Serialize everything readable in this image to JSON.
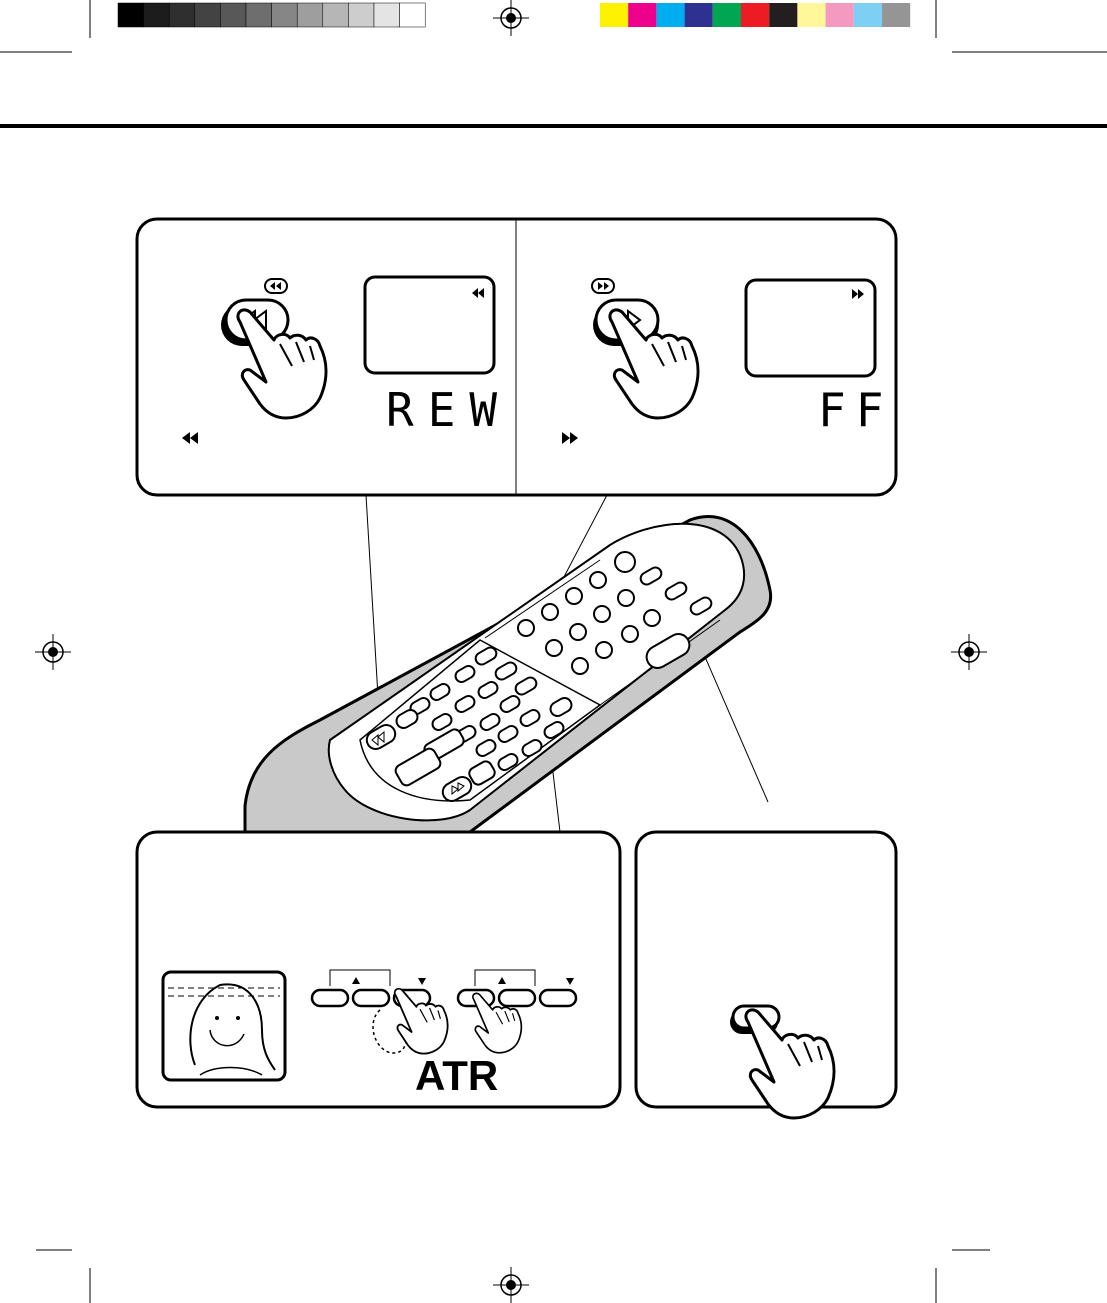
{
  "color_bar": {
    "grays": [
      "#000000",
      "#1c1c1c",
      "#2f2f2f",
      "#434343",
      "#585858",
      "#6e6e6e",
      "#868686",
      "#9e9e9e",
      "#b6b6b6",
      "#cdcdcd",
      "#e4e4e4",
      "#ffffff"
    ],
    "colors": [
      "#fff200",
      "#ec008c",
      "#00aeef",
      "#2e3192",
      "#00a651",
      "#ed1c24",
      "#231f20",
      "#fff799",
      "#f49ac1",
      "#7dd0f3",
      "#959595"
    ]
  },
  "rewind_panel": {
    "button_icon": "rewind-icon",
    "screen_icon": "rewind-icon",
    "display_text": "REW",
    "caption_icon": "rewind-icon"
  },
  "ff_panel": {
    "button_icon": "fast-forward-icon",
    "screen_icon": "fast-forward-icon",
    "display_text": "FF",
    "caption_icon": "fast-forward-icon"
  },
  "tracking_panel": {
    "up_icon": "triangle-up-icon",
    "down_icon": "triangle-down-icon",
    "label": "ATR"
  },
  "button_panel": {
    "icon": "hand-pressing-icon"
  }
}
